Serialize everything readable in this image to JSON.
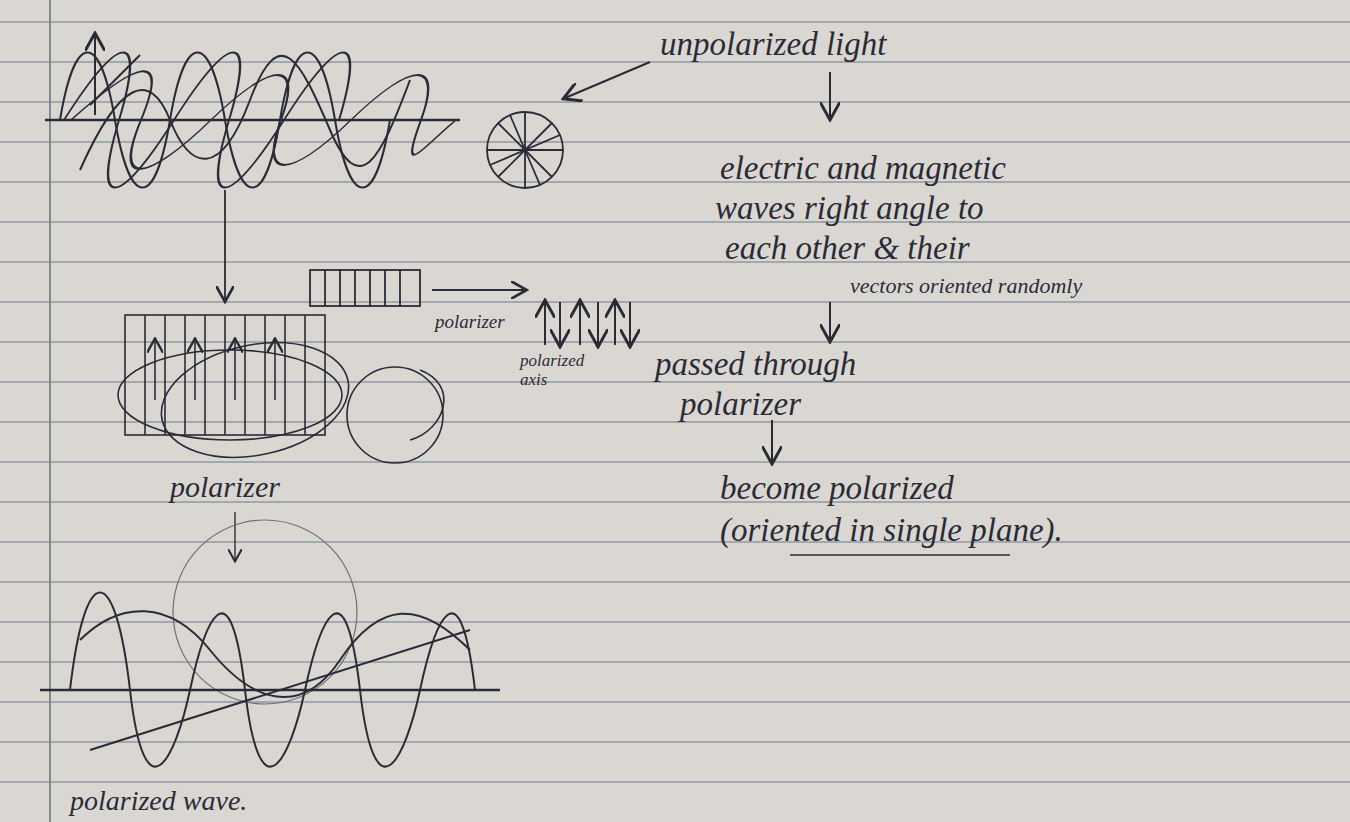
{
  "diagram": {
    "labels": [
      "unpolarized light",
      "electric and magnetic",
      "waves right angle to",
      "each other & their",
      "vectors oriented randomly",
      "passed through",
      "polarizer",
      "become polarized",
      "(oriented in single plane).",
      "polarizer",
      "polarized axis",
      "polarizer",
      "polarized wave."
    ]
  }
}
